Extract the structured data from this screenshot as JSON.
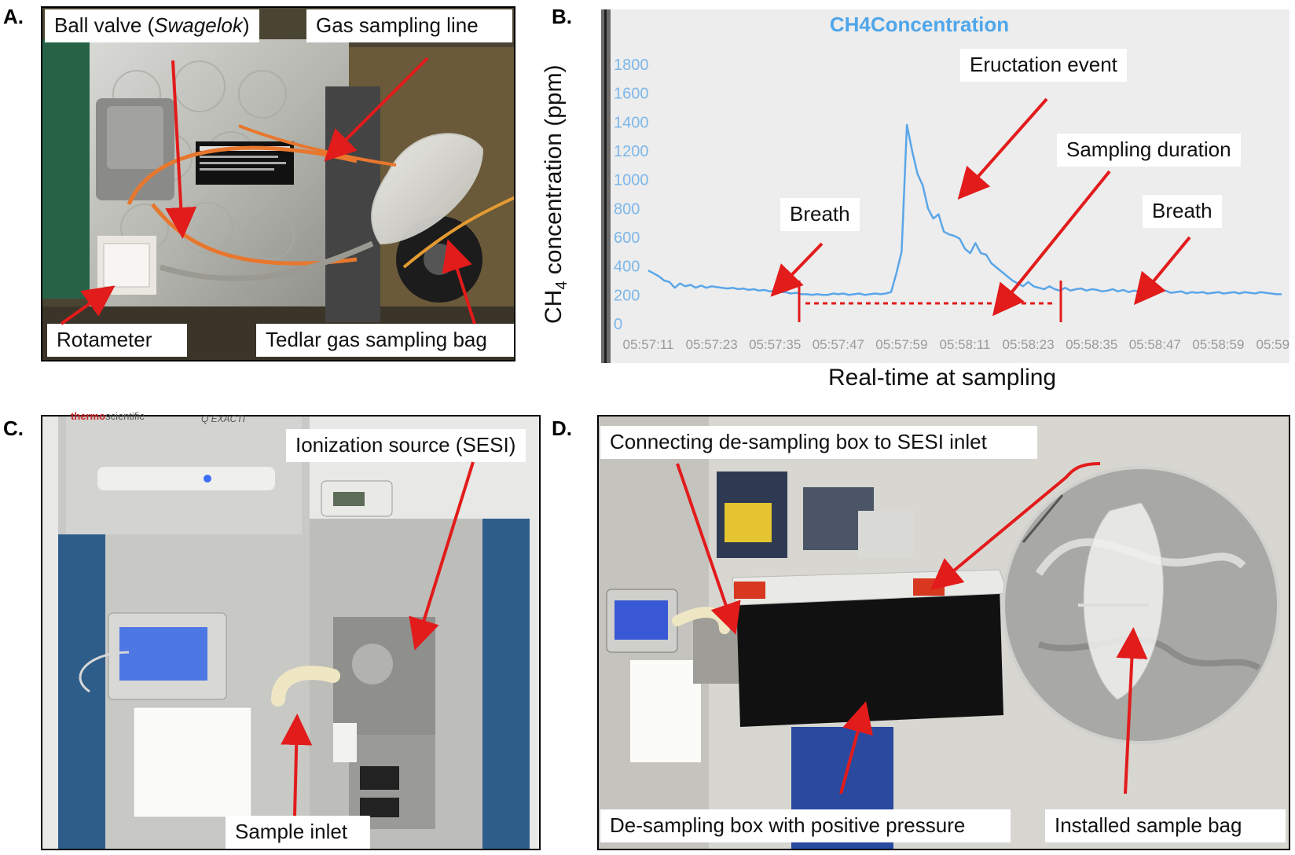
{
  "panels": {
    "a": {
      "letter": "A.",
      "callouts": {
        "ball_valve_prefix": "Ball valve (",
        "ball_valve_brand": "Swagelok",
        "ball_valve_suffix": ")",
        "gas_line": "Gas sampling line",
        "rotameter": "Rotameter",
        "tedlar_bag": "Tedlar gas sampling bag"
      }
    },
    "b": {
      "letter": "B.",
      "callouts": {
        "eructation": "Eructation event",
        "sampling_duration": "Sampling duration",
        "breath_left": "Breath",
        "breath_right": "Breath"
      },
      "ylabel_main": "CH",
      "ylabel_sub": "4",
      "ylabel_rest": " concentration (ppm)",
      "xlabel": "Real-time at sampling"
    },
    "c": {
      "letter": "C.",
      "callouts": {
        "ionization": "Ionization source (SESI)",
        "sample_inlet": "Sample inlet"
      },
      "brand_thermo": "thermo",
      "brand_scientific": "scientific",
      "model": "Q EXACTI"
    },
    "d": {
      "letter": "D.",
      "callouts": {
        "connecting": "Connecting de-sampling box to SESI inlet",
        "desampling_box": "De-sampling box with positive pressure",
        "installed_bag": "Installed sample bag"
      }
    }
  },
  "chart_data": {
    "type": "line",
    "title": "CH4Concentration",
    "xlabel": "Real-time at sampling",
    "ylabel": "CH4 concentration (ppm)",
    "ylim": [
      0,
      1800
    ],
    "yticks": [
      0,
      200,
      400,
      600,
      800,
      1000,
      1200,
      1400,
      1600,
      1800
    ],
    "xticks": [
      "05:57:11",
      "05:57:23",
      "05:57:35",
      "05:57:47",
      "05:57:59",
      "05:58:11",
      "05:58:23",
      "05:58:35",
      "05:58:47",
      "05:58:59",
      "05:59:11"
    ],
    "grid": false,
    "series": [
      {
        "color": "#5aa6e8",
        "x": [
          "05:57:11",
          "05:57:12",
          "05:57:13",
          "05:57:14",
          "05:57:15",
          "05:57:16",
          "05:57:17",
          "05:57:18",
          "05:57:19",
          "05:57:20",
          "05:57:21",
          "05:57:22",
          "05:57:23",
          "05:57:24",
          "05:57:25",
          "05:57:26",
          "05:57:27",
          "05:57:28",
          "05:57:29",
          "05:57:30",
          "05:57:31",
          "05:57:32",
          "05:57:33",
          "05:57:34",
          "05:57:35",
          "05:57:36",
          "05:57:37",
          "05:57:38",
          "05:57:39",
          "05:57:40",
          "05:57:41",
          "05:57:42",
          "05:57:43",
          "05:57:44",
          "05:57:45",
          "05:57:46",
          "05:57:47",
          "05:57:48",
          "05:57:49",
          "05:57:50",
          "05:57:51",
          "05:57:52",
          "05:57:53",
          "05:57:54",
          "05:57:55",
          "05:57:56",
          "05:57:57",
          "05:57:58",
          "05:57:59",
          "05:58:00",
          "05:58:01",
          "05:58:02",
          "05:58:03",
          "05:58:04",
          "05:58:05",
          "05:58:06",
          "05:58:07",
          "05:58:08",
          "05:58:09",
          "05:58:10",
          "05:58:11",
          "05:58:12",
          "05:58:13",
          "05:58:14",
          "05:58:15",
          "05:58:16",
          "05:58:17",
          "05:58:18",
          "05:58:19",
          "05:58:20",
          "05:58:21",
          "05:58:22",
          "05:58:23",
          "05:58:24",
          "05:58:25",
          "05:58:26",
          "05:58:27",
          "05:58:28",
          "05:58:29",
          "05:58:30",
          "05:58:31",
          "05:58:32",
          "05:58:33",
          "05:58:34",
          "05:58:35",
          "05:58:36",
          "05:58:37",
          "05:58:38",
          "05:58:39",
          "05:58:40",
          "05:58:41",
          "05:58:42",
          "05:58:43",
          "05:58:44",
          "05:58:45",
          "05:58:46",
          "05:58:47",
          "05:58:48",
          "05:58:49",
          "05:58:50",
          "05:58:51",
          "05:58:52",
          "05:58:53",
          "05:58:54",
          "05:58:55",
          "05:58:56",
          "05:58:57",
          "05:58:58",
          "05:58:59",
          "05:59:00",
          "05:59:01",
          "05:59:02",
          "05:59:03",
          "05:59:04",
          "05:59:05",
          "05:59:06",
          "05:59:07",
          "05:59:08",
          "05:59:09",
          "05:59:10",
          "05:59:11"
        ],
        "y": [
          370,
          350,
          330,
          300,
          290,
          250,
          280,
          260,
          270,
          250,
          265,
          250,
          260,
          255,
          250,
          245,
          250,
          240,
          245,
          235,
          240,
          230,
          235,
          225,
          230,
          220,
          220,
          210,
          215,
          205,
          205,
          200,
          205,
          200,
          200,
          210,
          205,
          210,
          200,
          205,
          210,
          200,
          205,
          210,
          205,
          210,
          220,
          350,
          500,
          1380,
          1200,
          1040,
          960,
          800,
          730,
          760,
          640,
          620,
          610,
          590,
          520,
          490,
          560,
          490,
          480,
          420,
          390,
          360,
          330,
          300,
          280,
          260,
          290,
          260,
          250,
          240,
          260,
          240,
          230,
          250,
          230,
          240,
          245,
          230,
          240,
          235,
          225,
          230,
          240,
          225,
          235,
          220,
          230,
          225,
          225,
          230,
          220,
          225,
          230,
          215,
          220,
          225,
          210,
          220,
          215,
          220,
          210,
          215,
          220,
          210,
          215,
          220,
          210,
          220,
          215,
          210,
          220,
          215,
          210,
          205,
          205
        ]
      }
    ],
    "annotations": [
      "Breath",
      "Eructation event",
      "Sampling duration",
      "Breath"
    ]
  }
}
